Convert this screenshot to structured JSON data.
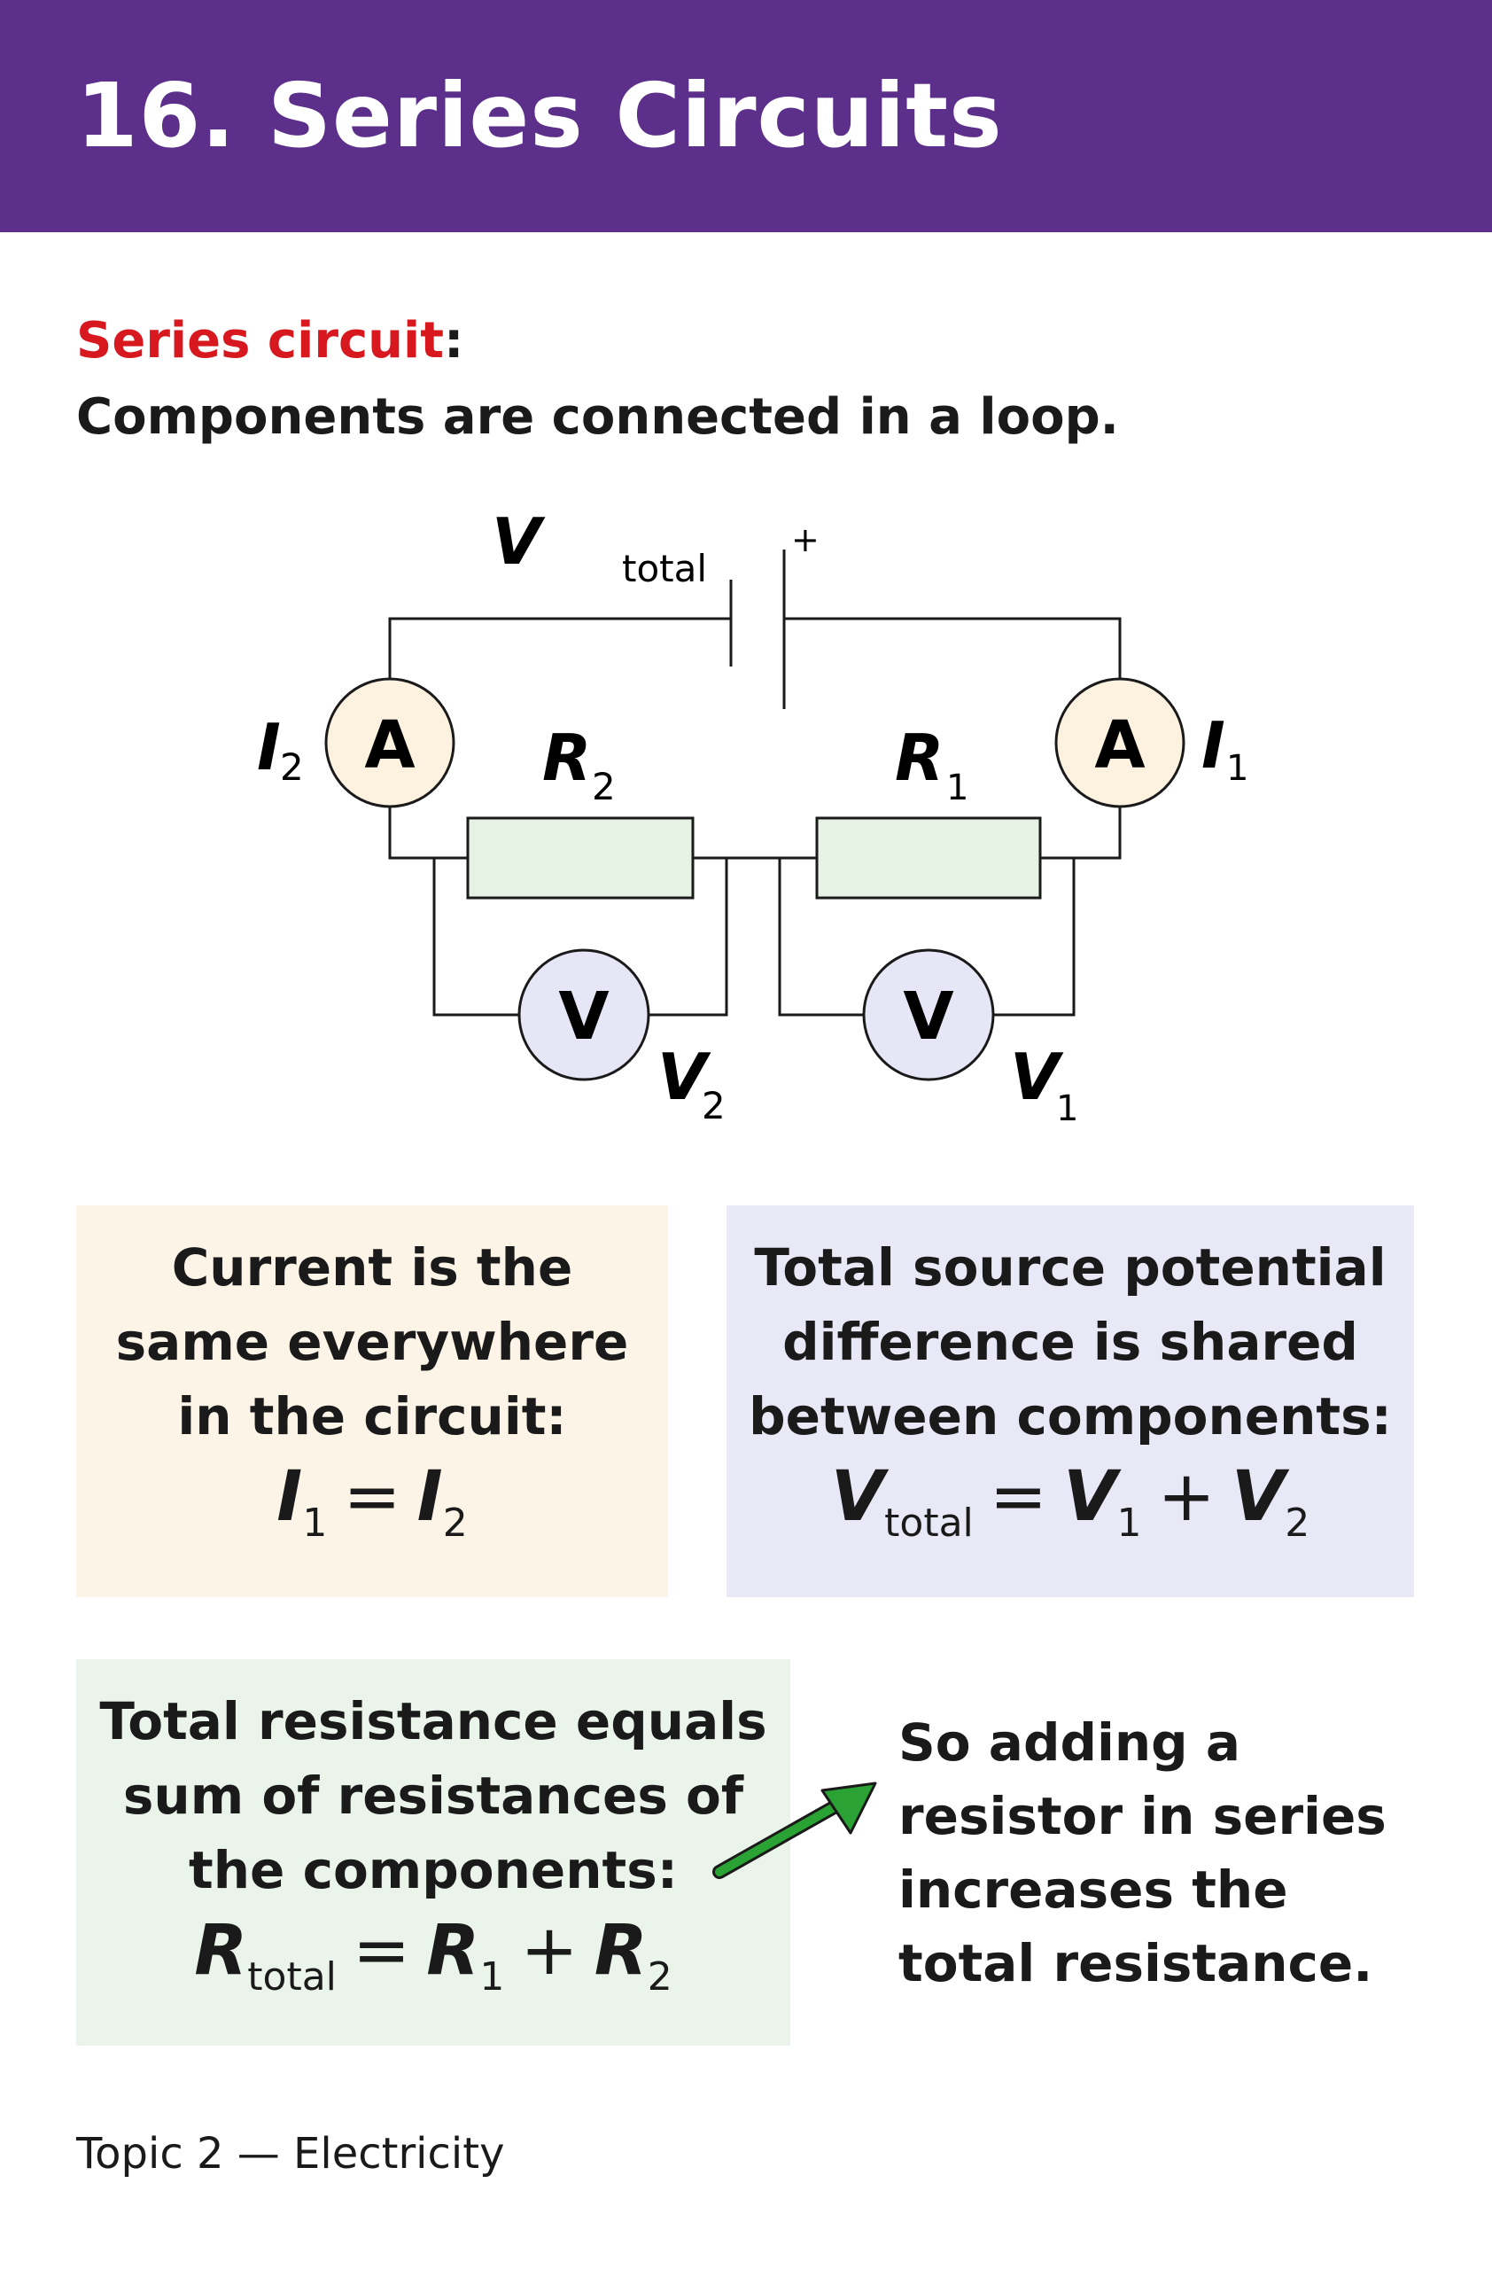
{
  "header": {
    "title": "16. Series Circuits"
  },
  "definition": {
    "term": "Series circuit",
    "colon": ":",
    "text": "Components are connected in a loop."
  },
  "circuit": {
    "source_symbol": "V",
    "source_sub": "total",
    "plus": "+",
    "ammeter_left_symbol": "A",
    "ammeter_right_symbol": "A",
    "current_left": "I",
    "current_left_sub": "2",
    "current_right": "I",
    "current_right_sub": "1",
    "resistor_left": "R",
    "resistor_left_sub": "2",
    "resistor_right": "R",
    "resistor_right_sub": "1",
    "voltmeter_left_symbol": "V",
    "voltmeter_right_symbol": "V",
    "voltage_left": "V",
    "voltage_left_sub": "2",
    "voltage_right": "V",
    "voltage_right_sub": "1"
  },
  "current_box": {
    "lines": [
      "Current is the",
      "same everywhere",
      "in the circuit:"
    ],
    "eq": {
      "a": "I",
      "a_sub": "1",
      "op": "=",
      "b": "I",
      "b_sub": "2"
    }
  },
  "voltage_box": {
    "lines": [
      "Total source potential",
      "difference is shared",
      "between components:"
    ],
    "eq": {
      "a": "V",
      "a_sub": "total",
      "op1": "=",
      "b": "V",
      "b_sub": "1",
      "op2": "+",
      "c": "V",
      "c_sub": "2"
    }
  },
  "resistance_box": {
    "lines": [
      "Total resistance equals",
      "sum of resistances of",
      "the components:"
    ],
    "eq": {
      "a": "R",
      "a_sub": "total",
      "op1": "=",
      "b": "R",
      "b_sub": "1",
      "op2": "+",
      "c": "R",
      "c_sub": "2"
    }
  },
  "note": {
    "lines": [
      "So adding a",
      "resistor in series",
      "increases the",
      "total resistance."
    ]
  },
  "colors": {
    "header_bg": "#5b2f8a",
    "term": "#d7191f",
    "ammeter_fill": "#fdf1e0",
    "voltmeter_fill": "#e6e6f7",
    "resistor_fill": "#e6f2e4",
    "arrow": "#2aa234"
  },
  "footer": {
    "text": "Topic 2 — Electricity"
  }
}
